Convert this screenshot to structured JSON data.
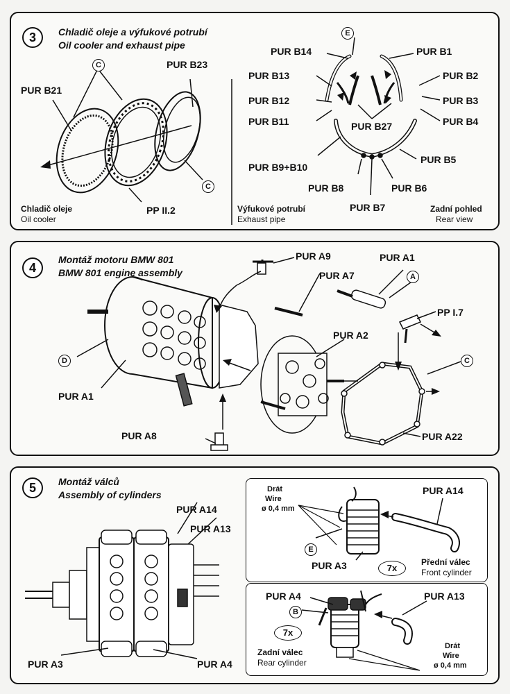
{
  "step3": {
    "number": "3",
    "title_cs": "Chladič oleje a výfukové potrubí",
    "title_en": "Oil cooler and exhaust pipe",
    "labels": {
      "pur_b21": "PUR B21",
      "pur_b23": "PUR B23",
      "pp_ii2": "PP II.2",
      "pur_b14": "PUR B14",
      "pur_b13": "PUR B13",
      "pur_b12": "PUR B12",
      "pur_b11": "PUR B11",
      "pur_b1": "PUR B1",
      "pur_b2": "PUR B2",
      "pur_b3": "PUR B3",
      "pur_b4": "PUR B4",
      "pur_b27": "PUR B27",
      "pur_b5": "PUR B5",
      "pur_b9b10": "PUR B9+B10",
      "pur_b8": "PUR B8",
      "pur_b6": "PUR B6",
      "pur_b7": "PUR B7"
    },
    "callout_c1": "C",
    "callout_c2": "C",
    "callout_e": "E",
    "caption_left_cs": "Chladič oleje",
    "caption_left_en": "Oil cooler",
    "caption_mid_cs": "Výfukové potrubí",
    "caption_mid_en": "Exhaust pipe",
    "caption_right_cs": "Zadní pohled",
    "caption_right_en": "Rear view"
  },
  "step4": {
    "number": "4",
    "title_cs": "Montáž motoru BMW 801",
    "title_en": "BMW 801 engine assembly",
    "labels": {
      "pur_a9": "PUR A9",
      "pur_a1_top": "PUR A1",
      "pur_a7": "PUR A7",
      "pp_i7": "PP I.7",
      "pur_a2": "PUR A2",
      "pur_a1": "PUR A1",
      "pur_a8": "PUR A8",
      "pur_a22": "PUR A22"
    },
    "callout_a": "A",
    "callout_c": "C",
    "callout_d": "D"
  },
  "step5": {
    "number": "5",
    "title_cs": "Montáž válců",
    "title_en": "Assembly of cylinders",
    "labels": {
      "pur_a14": "PUR A14",
      "pur_a13": "PUR A13",
      "pur_a3": "PUR A3",
      "pur_a4": "PUR A4"
    },
    "front": {
      "wire_cs": "Drát",
      "wire_en": "Wire",
      "wire_size": "ø 0,4 mm",
      "pur_a14": "PUR A14",
      "pur_a3": "PUR A3",
      "callout_e": "E",
      "qty": "7x",
      "caption_cs": "Přední válec",
      "caption_en": "Front cylinder"
    },
    "rear": {
      "pur_a4": "PUR A4",
      "pur_a13": "PUR A13",
      "callout_b": "B",
      "qty": "7x",
      "caption_cs": "Zadní válec",
      "caption_en": "Rear cylinder",
      "wire_cs": "Drát",
      "wire_en": "Wire",
      "wire_size": "ø 0,4 mm"
    }
  }
}
